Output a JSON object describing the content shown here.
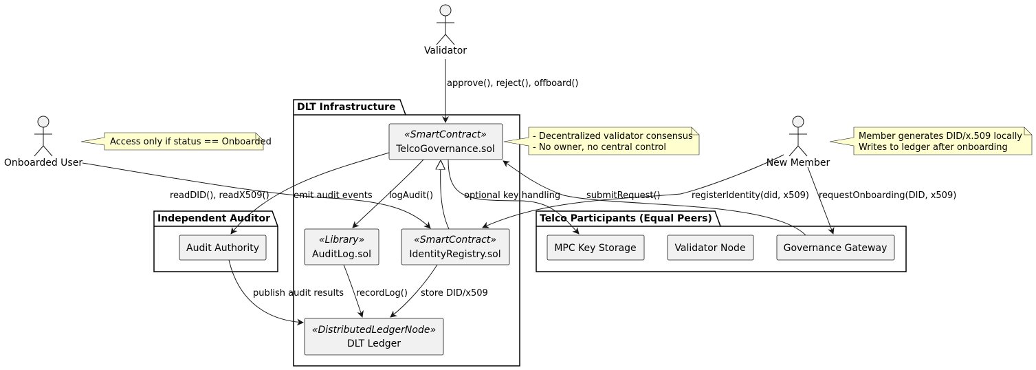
{
  "packages": {
    "dlt": "DLT Infrastructure",
    "auditor": "Independent Auditor",
    "telco": "Telco Participants (Equal Peers)"
  },
  "components": {
    "telco_governance": {
      "stereotype": "«SmartContract»",
      "name": "TelcoGovernance.sol"
    },
    "audit_log": {
      "stereotype": "«Library»",
      "name": "AuditLog.sol"
    },
    "identity_registry": {
      "stereotype": "«SmartContract»",
      "name": "IdentityRegistry.sol"
    },
    "dlt_ledger": {
      "stereotype": "«DistributedLedgerNode»",
      "name": "DLT Ledger"
    },
    "audit_authority": {
      "name": "Audit Authority"
    },
    "mpc_key_storage": {
      "name": "MPC Key Storage"
    },
    "validator_node": {
      "name": "Validator Node"
    },
    "governance_gateway": {
      "name": "Governance Gateway"
    }
  },
  "actors": {
    "validator": "Validator",
    "onboarded_user": "Onboarded User",
    "new_member": "New Member"
  },
  "notes": {
    "onboarded_user": [
      "Access only if status == Onboarded"
    ],
    "governance": [
      "- Decentralized validator consensus",
      "- No owner, no central control"
    ],
    "new_member": [
      "Member generates DID/x.509 locally",
      "Writes to ledger after onboarding"
    ]
  },
  "edges": {
    "validator_to_governance": "approve(), reject(), offboard()",
    "user_to_registry": "readDID(), readX509()",
    "governance_to_auditor": "emit audit events",
    "governance_to_auditlog": "logAudit()",
    "governance_to_mpc": "optional key handling",
    "gateway_to_governance": "submitRequest()",
    "member_to_registry": "registerIdentity(did, x509)",
    "member_to_gateway": "requestOnboarding(DID, x509)",
    "auditor_to_ledger": "publish audit results",
    "auditlog_to_ledger": "recordLog()",
    "registry_to_ledger": "store DID/x509"
  }
}
